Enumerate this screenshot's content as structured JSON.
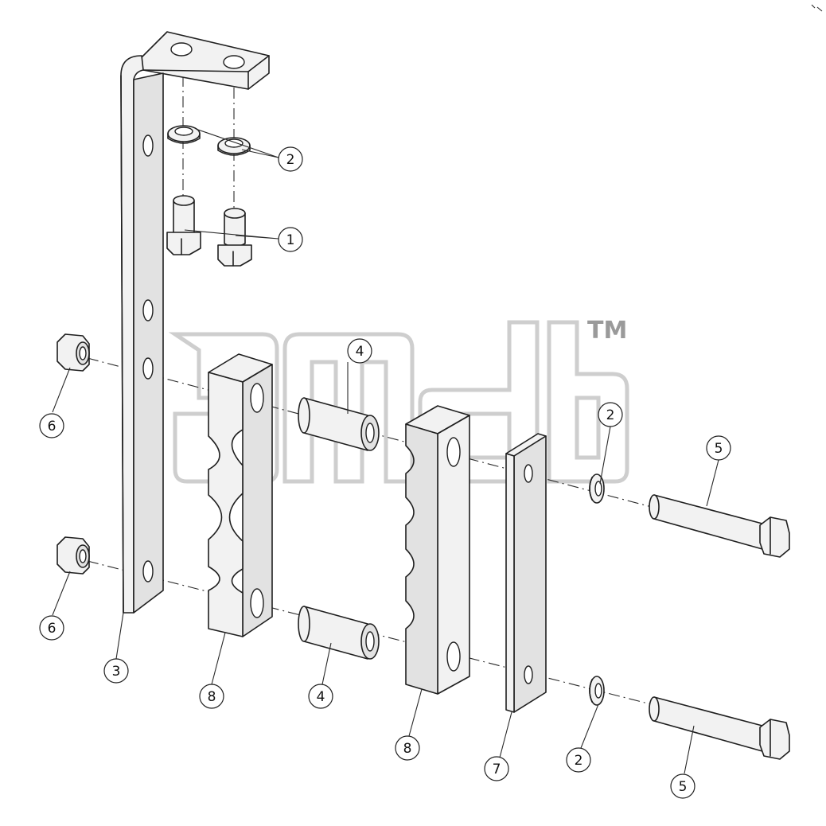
{
  "watermark": {
    "trademark": "TM"
  },
  "callouts": {
    "c1": "1",
    "c2a": "2",
    "c2b": "2",
    "c2c": "2",
    "c3": "3",
    "c4a": "4",
    "c4b": "4",
    "c5a": "5",
    "c5b": "5",
    "c6a": "6",
    "c6b": "6",
    "c7": "7",
    "c8a": "8",
    "c8b": "8"
  }
}
